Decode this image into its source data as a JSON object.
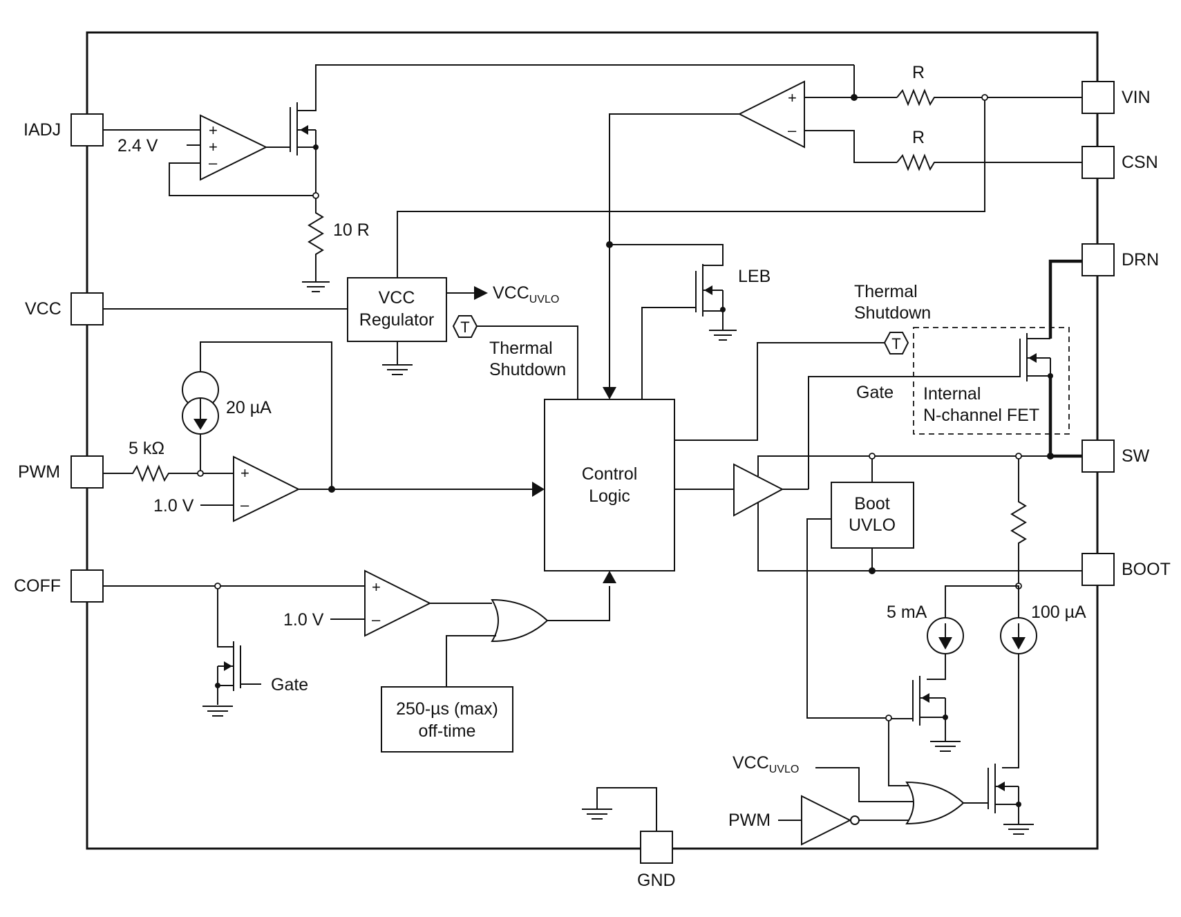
{
  "pins": {
    "iadj": "IADJ",
    "vcc": "VCC",
    "pwm": "PWM",
    "coff": "COFF",
    "vin": "VIN",
    "csn": "CSN",
    "drn": "DRN",
    "sw": "SW",
    "boot": "BOOT",
    "gnd": "GND"
  },
  "blocks": {
    "vcc_reg_1": "VCC",
    "vcc_reg_2": "Regulator",
    "control_1": "Control",
    "control_2": "Logic",
    "boot_1": "Boot",
    "boot_2": "UVLO",
    "offtime_1": "250-µs (max)",
    "offtime_2": "off-time"
  },
  "labels": {
    "v24": "2.4 V",
    "r_top": "R",
    "r_bot": "R",
    "r10": "10 R",
    "leb": "LEB",
    "vccuvlo_main": "VCC",
    "vccuvlo_sub": "UVLO",
    "thermal1_a": "Thermal",
    "thermal1_b": "Shutdown",
    "thermal2_a": "Thermal",
    "thermal2_b": "Shutdown",
    "t_symbol": "T",
    "gate_upper": "Gate",
    "internal_a": "Internal",
    "internal_b": "N-channel FET",
    "i20": "20 µA",
    "r5k": "5 kΩ",
    "v10_pwm": "1.0 V",
    "v10_coff": "1.0 V",
    "gate_lower": "Gate",
    "i5m": "5 mA",
    "i100u": "100 µA",
    "vccuvlo2_main": "VCC",
    "vccuvlo2_sub": "UVLO",
    "pwm_in": "PWM",
    "plus": "+",
    "minus": "–"
  }
}
